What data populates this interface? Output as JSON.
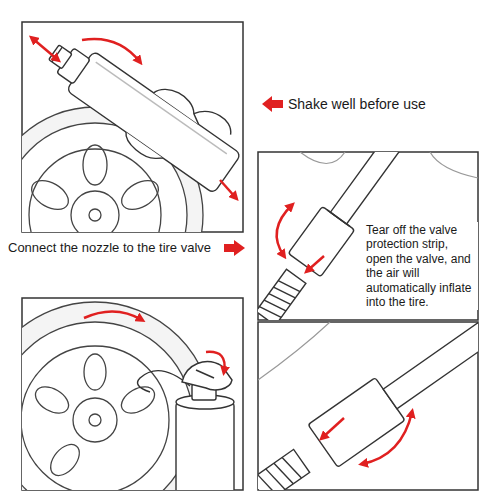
{
  "diagram": {
    "labels": [
      "Shake well before use",
      "Connect the nozzle to the tire valve",
      "Tear off the valve protection strip, open the valve, and the air will automatically inflate into the tire."
    ]
  }
}
